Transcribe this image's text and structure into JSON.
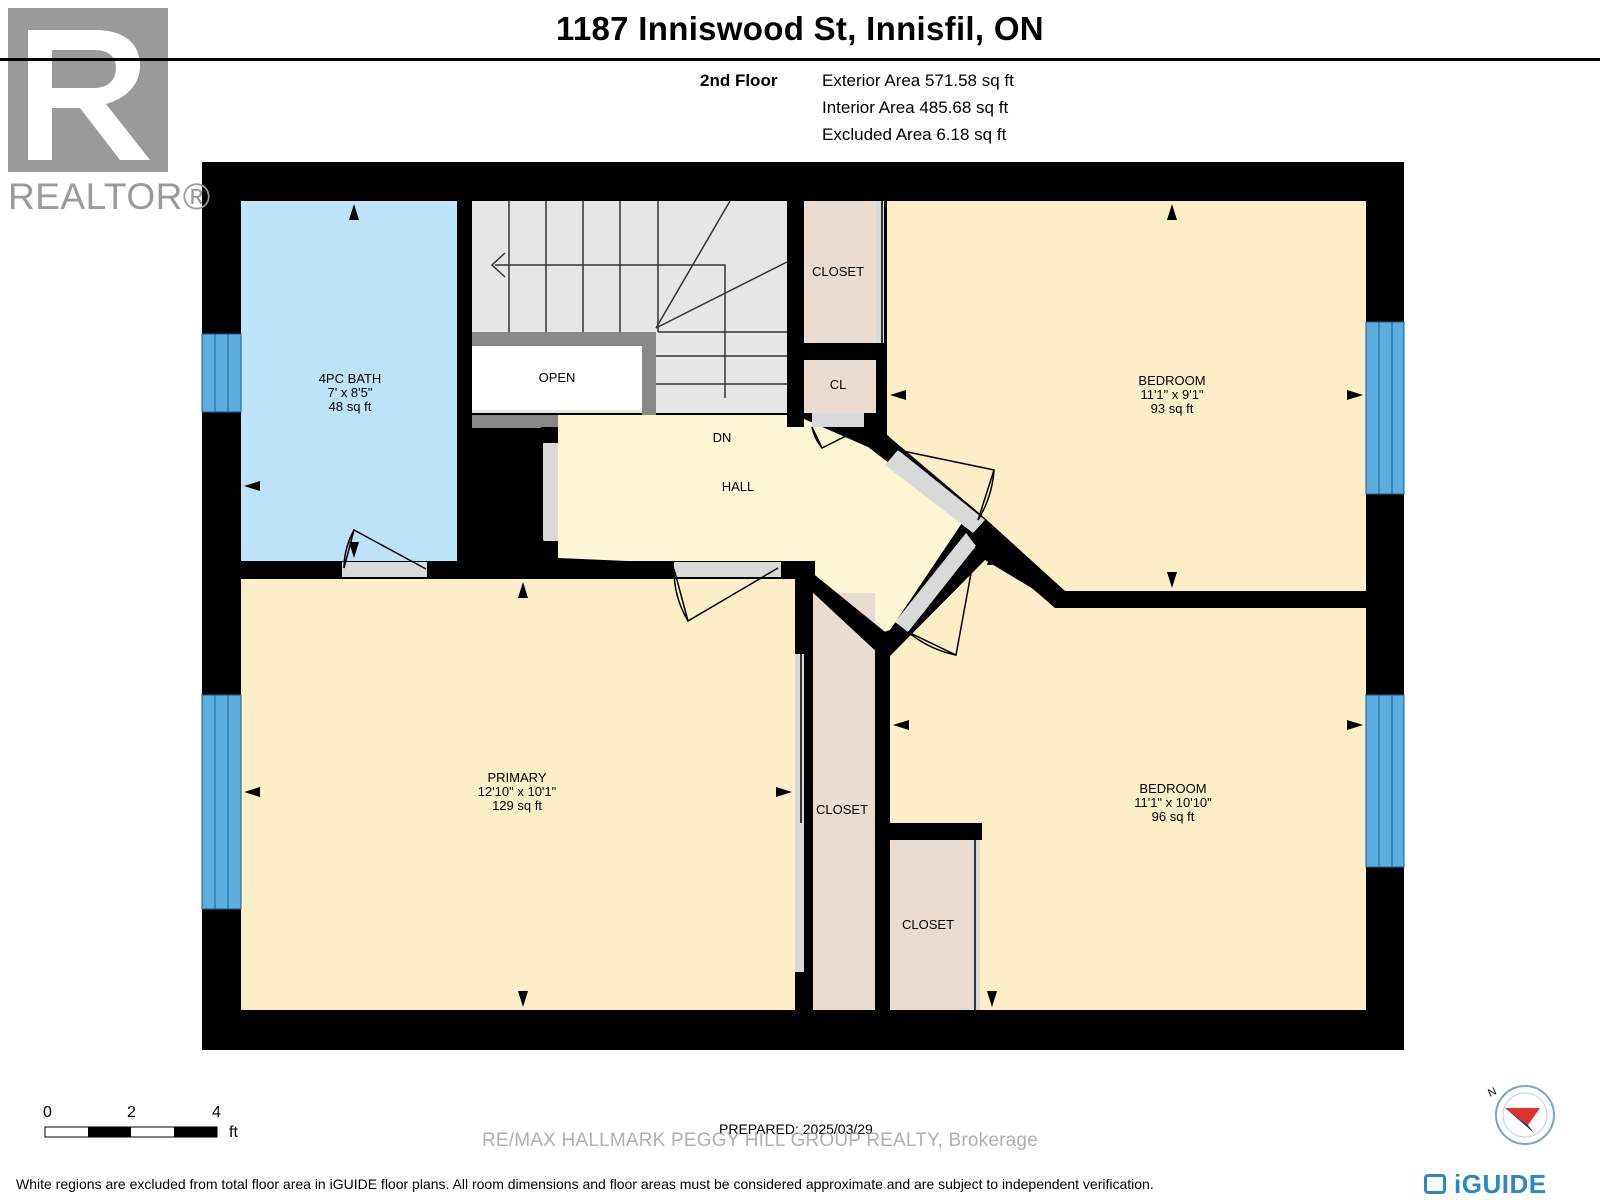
{
  "header": {
    "address": "1187 Inniswood St, Innisfil, ON",
    "floor": "2nd Floor",
    "exterior_area": "Exterior Area 571.58 sq ft",
    "interior_area": "Interior Area 485.68 sq ft",
    "excluded_area": "Excluded Area 6.18 sq ft"
  },
  "logo": {
    "text": "REALTOR®"
  },
  "rooms": {
    "bath": {
      "name": "4PC BATH",
      "dims": "7' x 8'5\"",
      "area": "48 sq ft"
    },
    "open": {
      "name": "OPEN"
    },
    "dn": {
      "name": "DN"
    },
    "hall": {
      "name": "HALL"
    },
    "closet_top": {
      "name": "CLOSET"
    },
    "cl": {
      "name": "CL"
    },
    "bedroom1": {
      "name": "BEDROOM",
      "dims": "11'1\" x 9'1\"",
      "area": "93 sq ft"
    },
    "primary": {
      "name": "PRIMARY",
      "dims": "12'10\" x 10'1\"",
      "area": "129 sq ft"
    },
    "closet_mid": {
      "name": "CLOSET"
    },
    "bedroom2": {
      "name": "BEDROOM",
      "dims": "11'1\" x 10'10\"",
      "area": "96 sq ft"
    },
    "closet_small": {
      "name": "CLOSET"
    }
  },
  "scale": {
    "tick0": "0",
    "tick2": "2",
    "tick4": "4",
    "unit": "ft"
  },
  "prepared": "PREPARED: 2025/03/29",
  "watermark": "RE/MAX HALLMARK PEGGY HILL GROUP REALTY, Brokerage",
  "footer": "White regions are excluded from total floor area in iGUIDE floor plans. All room dimensions and floor areas must be considered approximate and are subject to independent verification.",
  "brand": "iGUIDE",
  "colors": {
    "bath": "#bde3f9",
    "bedroom": "#fcefc8",
    "hall": "#fdf6d5",
    "closet": "#e8ddd0",
    "stairs": "#e6e6e6",
    "window": "#5aaee0",
    "wall": "#000000",
    "brand": "#2a88c7"
  }
}
